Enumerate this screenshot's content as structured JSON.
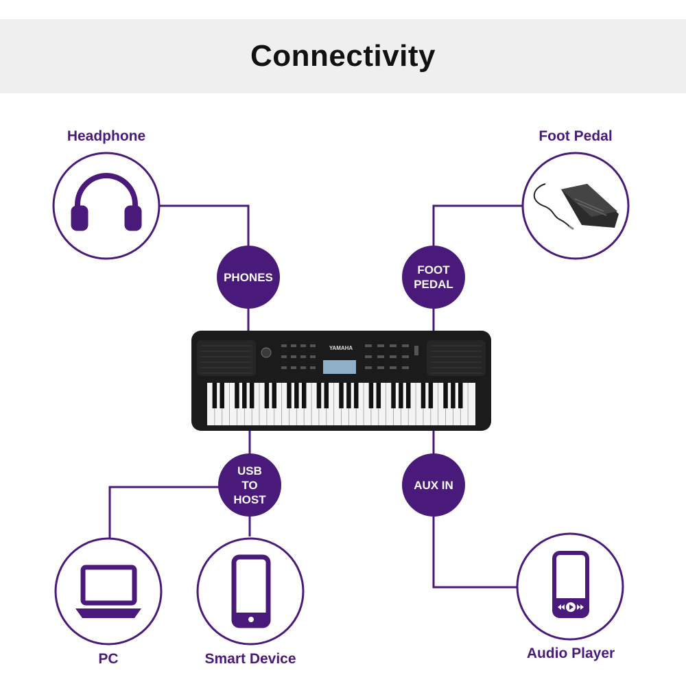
{
  "header": {
    "title": "Connectivity"
  },
  "colors": {
    "accent": "#4a1a7a",
    "band": "#efefef",
    "line": "#4a1a7a"
  },
  "ports": [
    {
      "id": "phones",
      "label": "PHONES"
    },
    {
      "id": "foot_pedal",
      "label": "FOOT\nPEDAL"
    },
    {
      "id": "usb_to_host",
      "label": "USB\nTO\nHOST"
    },
    {
      "id": "aux_in",
      "label": "AUX IN"
    }
  ],
  "devices": [
    {
      "id": "headphone",
      "label": "Headphone",
      "icon": "headphones-icon"
    },
    {
      "id": "foot_pedal",
      "label": "Foot Pedal",
      "icon": "sustain-pedal-photo"
    },
    {
      "id": "pc",
      "label": "PC",
      "icon": "laptop-icon"
    },
    {
      "id": "smart_device",
      "label": "Smart Device",
      "icon": "smartphone-icon"
    },
    {
      "id": "audio_player",
      "label": "Audio Player",
      "icon": "audio-player-icon"
    }
  ],
  "keyboard": {
    "brand": "YAMAHA"
  }
}
